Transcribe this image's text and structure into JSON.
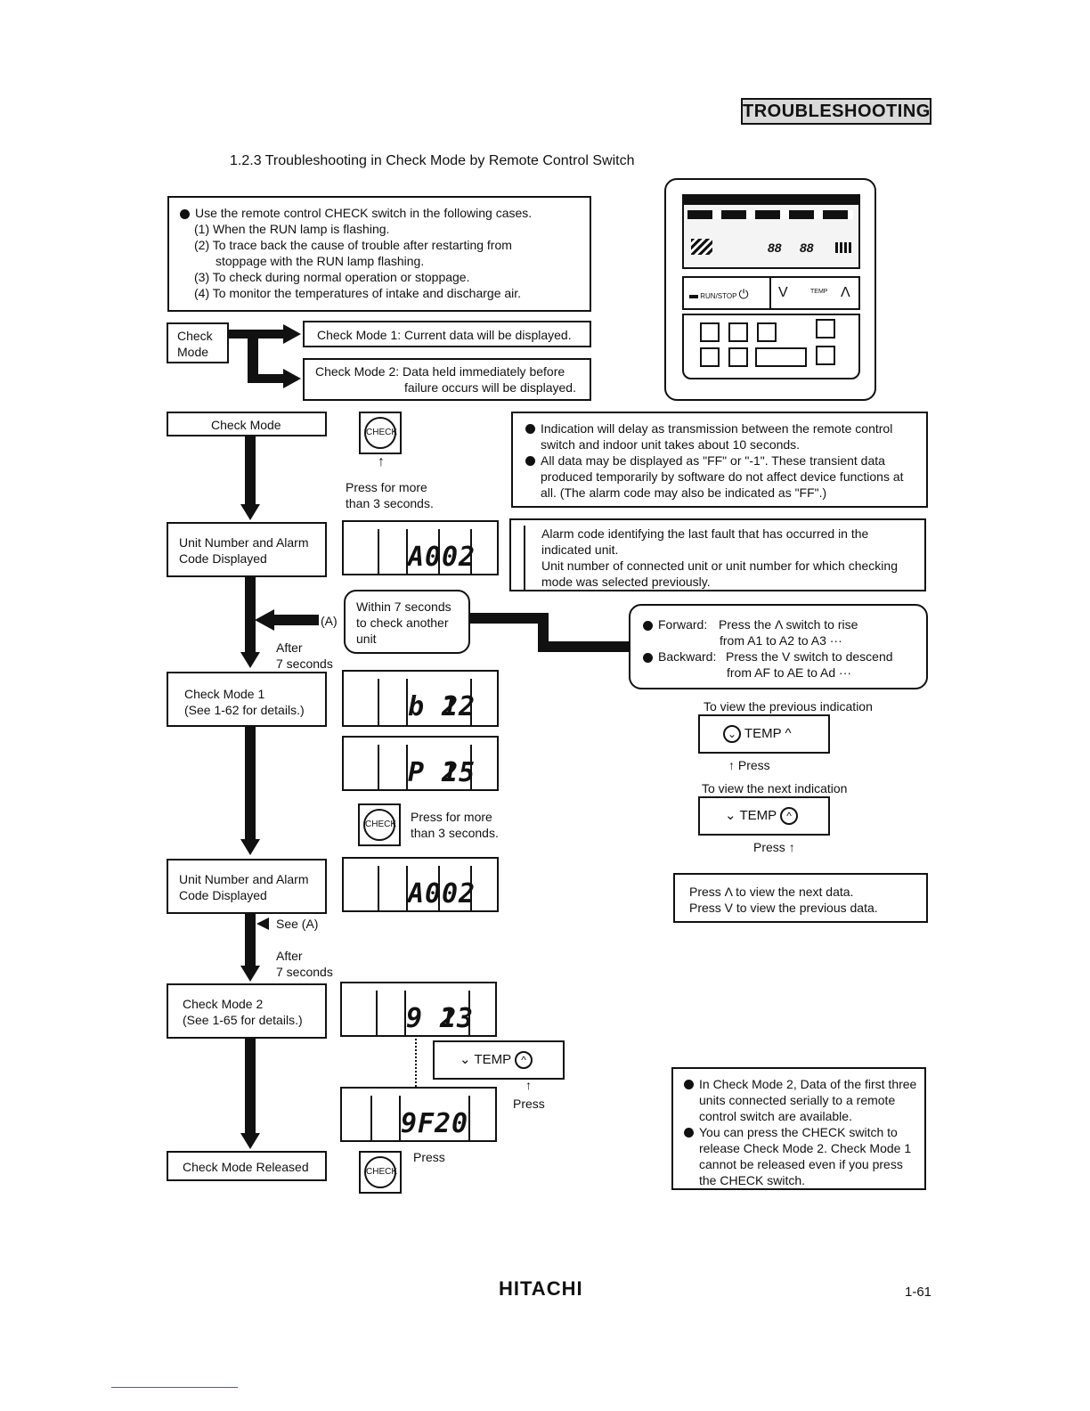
{
  "header": {
    "badge": "TROUBLESHOOTING"
  },
  "section_title": "1.2.3  Troubleshooting in Check Mode by Remote Control Switch",
  "intro": {
    "lead": "Use the remote control CHECK switch in the following cases.",
    "items": [
      "(1) When the RUN lamp is flashing.",
      "(2) To trace back the cause of trouble after restarting from",
      "stoppage with the RUN lamp flashing.",
      "(3) To check during normal operation or stoppage.",
      "(4) To monitor the temperatures of intake and discharge air."
    ]
  },
  "mode_select": {
    "label_line1": "Check",
    "label_line2": "Mode",
    "mode1": "Check Mode 1: Current data will be displayed.",
    "mode2_line1": "Check Mode 2: Data held immediately before",
    "mode2_line2": "failure occurs will be displayed."
  },
  "remote": {
    "run_stop": "RUN/STOP",
    "down": "V",
    "temp": "TEMP",
    "up": "Λ",
    "lcd_reading1": "88",
    "lcd_reading2": "88"
  },
  "flow": {
    "check_mode": "Check Mode",
    "press_more_line1": "Press for more",
    "press_more_line2": "than 3 seconds.",
    "check_button": "CHECK",
    "notes1": [
      "Indication will delay as transmission between the remote control switch and indoor unit takes about 10 seconds.",
      "All data may be displayed as \"FF\" or \"-1\". These transient data produced temporarily by software do not affect device functions at all. (The alarm code may also be indicated as \"FF\".)"
    ],
    "unit_alarm_line1": "Unit Number and Alarm",
    "unit_alarm_line2": "Code Displayed",
    "lcd_unit": "A0",
    "lcd_alarm": "02",
    "alarm_note_line1": "Alarm code identifying the last fault that has occurred in the",
    "alarm_note_line2": "indicated unit.",
    "unit_note_line1": "Unit number of connected unit or unit number for which checking",
    "unit_note_line2": "mode was selected previously.",
    "within_line1": "Within 7 seconds",
    "within_line2": "to check another",
    "within_line3": "unit",
    "a_label": "(A)",
    "after": "After",
    "seven_seconds": "7 seconds",
    "forward_label": "Forward:",
    "forward_text1": "Press the Λ switch to rise",
    "forward_text2": "from A1 to A2 to A3 ···",
    "backward_label": "Backward:",
    "backward_text1": "Press the V switch to descend",
    "backward_text2": "from AF to AE to Ad ···",
    "check_mode1_line1": "Check Mode 1",
    "check_mode1_line2": "(See 1-62 for details.)",
    "lcd_b1": "b 1",
    "lcd_b1_val": "22",
    "lcd_p1": "P 1",
    "lcd_p1_val": "25",
    "prev_indication": "To view the previous indication",
    "next_indication": "To view the next indication",
    "temp_label": "TEMP",
    "press": "Press",
    "view_data_line1": "Press Λ to view the next data.",
    "view_data_line2": "Press V to view the previous data.",
    "see_a": "See (A)",
    "check_mode2_line1": "Check Mode 2",
    "check_mode2_line2": "(See 1-65 for details.)",
    "lcd_q1": "9 1",
    "lcd_q1_val": "23",
    "lcd_qf": "9F",
    "lcd_qf_val": "20",
    "notes2": [
      "In Check Mode 2, Data of the first three units connected serially to a remote control switch are available.",
      "You can press the CHECK switch to release Check Mode 2. Check Mode 1 cannot be released even if you press the CHECK switch."
    ],
    "released": "Check Mode Released"
  },
  "footer": {
    "brand": "HITACHI",
    "page": "1-61"
  }
}
